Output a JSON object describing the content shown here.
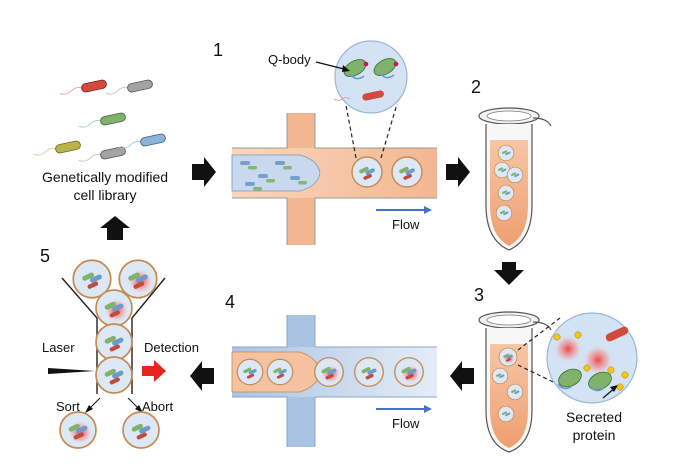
{
  "steps": [
    "1",
    "2",
    "3",
    "4",
    "5"
  ],
  "labels": {
    "library_line1": "Genetically modified",
    "library_line2": "cell library",
    "qbody": "Q-body",
    "flow": "Flow",
    "secreted_line1": "Secreted",
    "secreted_line2": "protein",
    "laser": "Laser",
    "detection": "Detection",
    "sort": "Sort",
    "abort": "Abort"
  },
  "colors": {
    "channel_orange": "#f2b791",
    "channel_blue": "#a9c4e3",
    "droplet_fill": "#dce8f5",
    "droplet_ring": "#c68a4f",
    "flow_arrow": "#4472c4",
    "arrow_black": "#111111",
    "detection_arrow": "#e8231b",
    "signal_red": "#f23b3b",
    "secreted_yellow": "#f5c518"
  },
  "icons": [
    "process-arrow-icon",
    "flow-arrow-icon",
    "laser-beam-icon",
    "detection-arrow-icon",
    "tube-icon",
    "cell-icon",
    "droplet-icon"
  ]
}
